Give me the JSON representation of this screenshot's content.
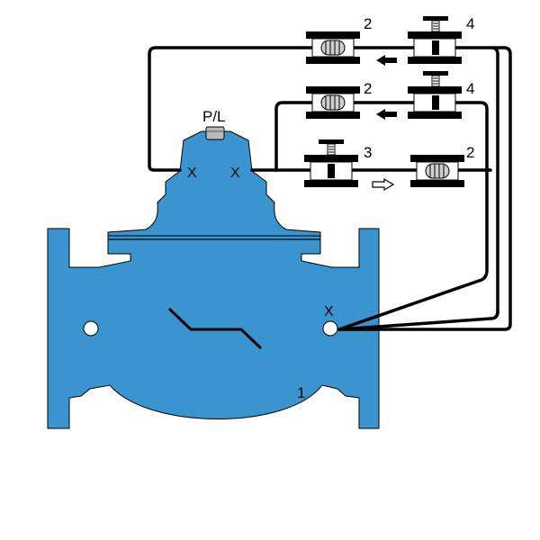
{
  "colors": {
    "valve_body": "#3a94cf",
    "outline": "#000000",
    "tubing": "#000000",
    "background": "#ffffff"
  },
  "labels": {
    "main_valve": "1",
    "check_valve_top": "2",
    "check_valve_middle": "2",
    "check_valve_lower": "2",
    "needle_valve_top": "4",
    "needle_valve_middle": "4",
    "needle_valve_lower": "3",
    "pressure_indicator": "P/L",
    "port_mark_left": "X",
    "port_mark_right": "X",
    "port_mark_outlet": "X"
  },
  "flow_arrows": [
    {
      "direction": "left",
      "style": "solid"
    },
    {
      "direction": "left",
      "style": "solid"
    },
    {
      "direction": "right",
      "style": "outline"
    }
  ]
}
